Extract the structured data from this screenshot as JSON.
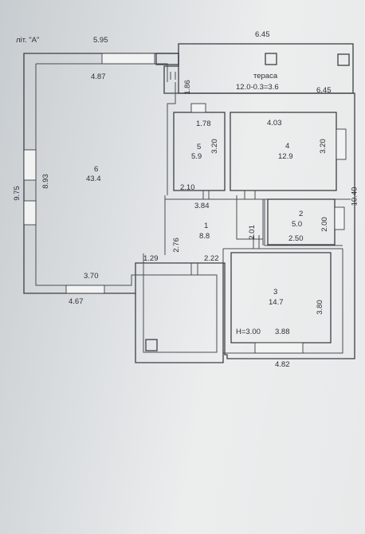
{
  "plan": {
    "litera": "літ. \"А\"",
    "terrace": {
      "name": "тераса",
      "area_formula": "12.0-0.3=3.6"
    },
    "rooms": [
      {
        "number": "1",
        "area": "8.8"
      },
      {
        "number": "2",
        "area": "5.0"
      },
      {
        "number": "3",
        "area": "14.7"
      },
      {
        "number": "4",
        "area": "12.9"
      },
      {
        "number": "5",
        "area": "5.9"
      },
      {
        "number": "6",
        "area": "43.4"
      }
    ],
    "height_note": "H=3.00",
    "dimensions": {
      "top_left": "5.95",
      "top_right": "6.45",
      "terrace_width": "6.45",
      "room6_top": "4.87",
      "terrace_depth": "1.86",
      "room5_width": "1.78",
      "room5_depth": "3.20",
      "room5_bottom": "2.10",
      "room4_width": "4.03",
      "room4_depth": "3.20",
      "room6_height": "8.93",
      "overall_left": "9.75",
      "overall_right": "10.40",
      "hall_width": "3.84",
      "hall_height_right": "2.01",
      "room2_height": "2.00",
      "room2_width": "2.50",
      "hall_height_left": "2.76",
      "hall_bottom": "2.22",
      "notch": "1.29",
      "room6_bottom": "3.70",
      "bottom_left": "4.67",
      "room3_height": "3.80",
      "room3_width": "3.88",
      "bottom_right": "4.82"
    }
  }
}
